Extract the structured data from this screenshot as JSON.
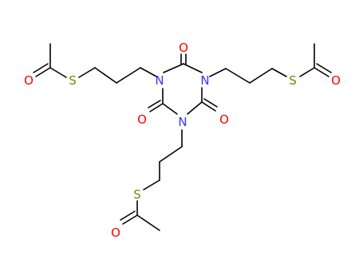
{
  "diagram": {
    "type": "chemical-structure",
    "colors": {
      "background": "#ffffff",
      "bond": "#000000",
      "N": "#3333ff",
      "O": "#ff0000",
      "S": "#808000"
    },
    "atoms": [
      {
        "id": "n1",
        "element": "N",
        "label": "N"
      },
      {
        "id": "n2",
        "element": "N",
        "label": "N"
      },
      {
        "id": "n3",
        "element": "N",
        "label": "N"
      },
      {
        "id": "o1",
        "element": "O",
        "label": "O"
      },
      {
        "id": "o2",
        "element": "O",
        "label": "O"
      },
      {
        "id": "o3",
        "element": "O",
        "label": "O"
      },
      {
        "id": "s1",
        "element": "S",
        "label": "S"
      },
      {
        "id": "o4",
        "element": "O",
        "label": "O"
      },
      {
        "id": "s2",
        "element": "S",
        "label": "S"
      },
      {
        "id": "o5",
        "element": "O",
        "label": "O"
      },
      {
        "id": "s3",
        "element": "S",
        "label": "S"
      },
      {
        "id": "o6",
        "element": "O",
        "label": "O"
      }
    ]
  }
}
